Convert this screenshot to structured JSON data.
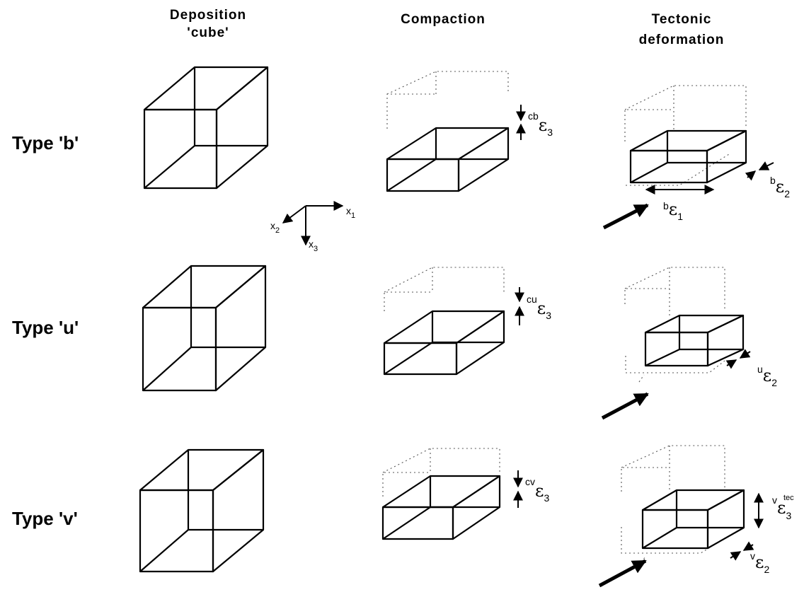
{
  "columns": {
    "deposition_line1": "Deposition",
    "deposition_line2": "'cube'",
    "compaction": "Compaction",
    "tectonic_line1": "Tectonic",
    "tectonic_line2": "deformation"
  },
  "rows": {
    "b": "Type 'b'",
    "u": "Type 'u'",
    "v": "Type 'v'"
  },
  "axes": {
    "x1_base": "x",
    "x1_sub": "1",
    "x2_base": "x",
    "x2_sub": "2",
    "x3_base": "x",
    "x3_sub": "3"
  },
  "strains": {
    "eps": "ε",
    "cb_sup": "cb",
    "cb_sub": "3",
    "cu_sup": "cu",
    "cu_sub": "3",
    "cv_sup": "cv",
    "cv_sub": "3",
    "b1_sup": "b",
    "b1_sub": "1",
    "b2_sup": "b",
    "b2_sub": "2",
    "u2_sup": "u",
    "u2_sub": "2",
    "v2_sup": "v",
    "v2_sub": "2",
    "v3tec_sup": "v",
    "v3tec_sub": "3",
    "v3tec_supr": "tec"
  }
}
